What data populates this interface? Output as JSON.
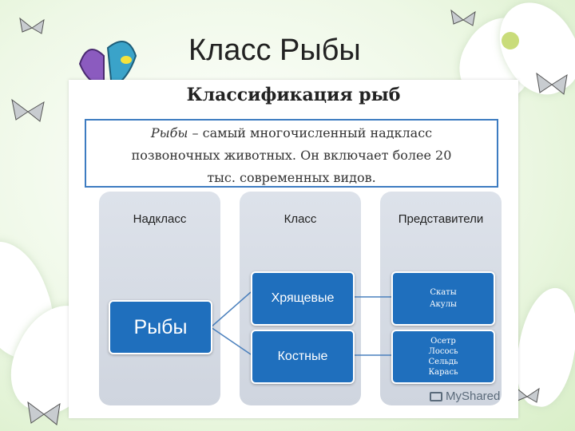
{
  "slide": {
    "title": "Класс Рыбы"
  },
  "panel": {
    "heading": "Классификация рыб",
    "intro_term": "Рыбы",
    "intro_rest_1": " – самый многочисленный надкласс",
    "intro_line_2": "позвоночных животных. Он включает более 20",
    "intro_line_3": "тыс. современных видов."
  },
  "diagram": {
    "columns": [
      "Надкласс",
      "Класс",
      "Представители"
    ],
    "root": "Рыбы",
    "classes": [
      {
        "label": "Хрящевые",
        "representatives": [
          "Скаты",
          "Акулы"
        ]
      },
      {
        "label": "Костные",
        "representatives": [
          "Осетр",
          "Лосось",
          "Сельдь",
          "Карась"
        ]
      }
    ]
  },
  "watermark": {
    "text": "MyShared"
  },
  "colors": {
    "box": "#1f6fbd",
    "border": "#3d7cc1",
    "column": "#d5dae3"
  }
}
